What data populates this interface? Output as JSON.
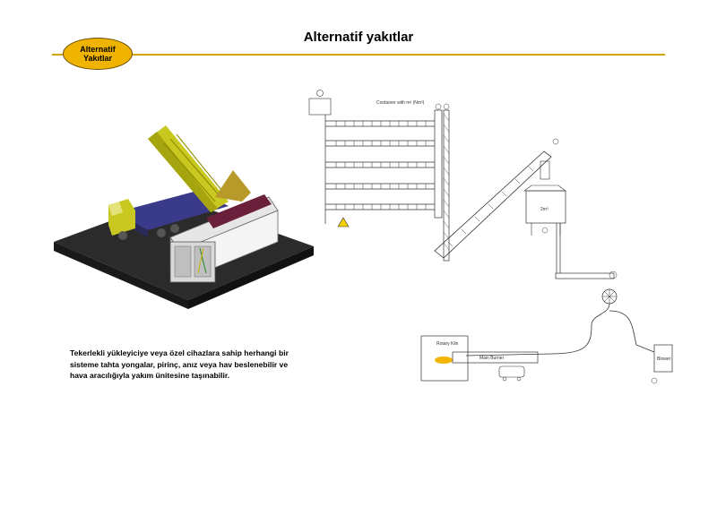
{
  "page": {
    "title": "Alternatif yakıtlar",
    "badge_label": "Alternatif\nYakıtlar"
  },
  "caption": "Tekerlekli yükleyiciye veya özel cihazlara sahip herhangi bir sisteme tahta yongalar, pirinç, anız veya hav beslenebilir ve hava aracılığıyla yakım ünitesine taşınabilir.",
  "diagram": {
    "container_label": "Container with m³ (Nm³)",
    "hopper_label": "2m³",
    "kiln_label": "Rotary Kiln",
    "burner_label": "Main Burner",
    "blower_label": "Blower"
  },
  "colors": {
    "accent_rule": "#d6a400",
    "badge_fill": "#f0b400",
    "truck_yellow": "#c9c820",
    "platform": "#2b2b2b"
  }
}
